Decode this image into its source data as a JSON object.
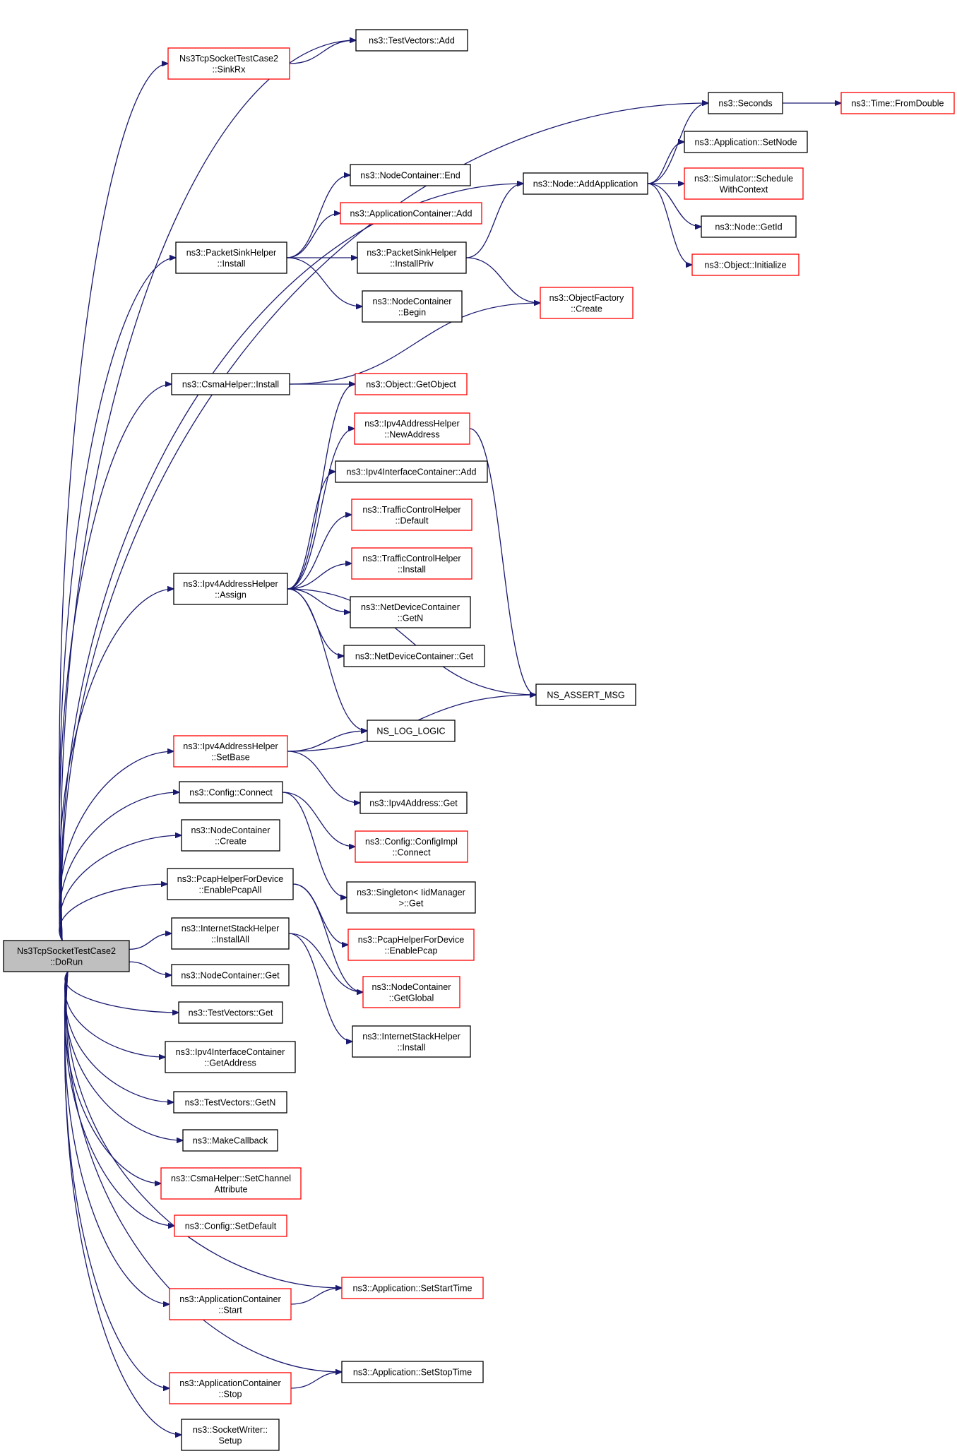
{
  "colors": {
    "edge": "#191970",
    "border_normal": "#000000",
    "border_truncated": "#ff0000",
    "root_fill": "#bfbfbf"
  },
  "nodes": [
    {
      "id": "root",
      "lines": [
        "Ns3TcpSocketTestCase2",
        "::DoRun"
      ],
      "style": "root"
    },
    {
      "id": "tv_add",
      "lines": [
        "ns3::TestVectors::Add"
      ],
      "style": "black"
    },
    {
      "id": "sinkrx",
      "lines": [
        "Ns3TcpSocketTestCase2",
        "::SinkRx"
      ],
      "style": "red"
    },
    {
      "id": "seconds",
      "lines": [
        "ns3::Seconds"
      ],
      "style": "black"
    },
    {
      "id": "fromdouble",
      "lines": [
        "ns3::Time::FromDouble"
      ],
      "style": "red"
    },
    {
      "id": "app_setnode",
      "lines": [
        "ns3::Application::SetNode"
      ],
      "style": "black"
    },
    {
      "id": "node_addapp",
      "lines": [
        "ns3::Node::AddApplication"
      ],
      "style": "black"
    },
    {
      "id": "sim_schedule",
      "lines": [
        "ns3::Simulator::Schedule",
        "WithContext"
      ],
      "style": "red"
    },
    {
      "id": "node_getid",
      "lines": [
        "ns3::Node::GetId"
      ],
      "style": "black"
    },
    {
      "id": "obj_init",
      "lines": [
        "ns3::Object::Initialize"
      ],
      "style": "red"
    },
    {
      "id": "nc_end",
      "lines": [
        "ns3::NodeContainer::End"
      ],
      "style": "black"
    },
    {
      "id": "appc_add",
      "lines": [
        "ns3::ApplicationContainer::Add"
      ],
      "style": "red"
    },
    {
      "id": "psh_install",
      "lines": [
        "ns3::PacketSinkHelper",
        "::Install"
      ],
      "style": "black"
    },
    {
      "id": "psh_installpriv",
      "lines": [
        "ns3::PacketSinkHelper",
        "::InstallPriv"
      ],
      "style": "black"
    },
    {
      "id": "nc_begin",
      "lines": [
        "ns3::NodeContainer",
        "::Begin"
      ],
      "style": "black"
    },
    {
      "id": "of_create",
      "lines": [
        "ns3::ObjectFactory",
        "::Create"
      ],
      "style": "red"
    },
    {
      "id": "csma_install",
      "lines": [
        "ns3::CsmaHelper::Install"
      ],
      "style": "black"
    },
    {
      "id": "obj_getobject",
      "lines": [
        "ns3::Object::GetObject"
      ],
      "style": "red"
    },
    {
      "id": "ipv4ah_newaddr",
      "lines": [
        "ns3::Ipv4AddressHelper",
        "::NewAddress"
      ],
      "style": "red"
    },
    {
      "id": "ipv4ic_add",
      "lines": [
        "ns3::Ipv4InterfaceContainer::Add"
      ],
      "style": "black"
    },
    {
      "id": "tch_default",
      "lines": [
        "ns3::TrafficControlHelper",
        "::Default"
      ],
      "style": "red"
    },
    {
      "id": "tch_install",
      "lines": [
        "ns3::TrafficControlHelper",
        "::Install"
      ],
      "style": "red"
    },
    {
      "id": "ipv4ah_assign",
      "lines": [
        "ns3::Ipv4AddressHelper",
        "::Assign"
      ],
      "style": "black"
    },
    {
      "id": "ndc_getn",
      "lines": [
        "ns3::NetDeviceContainer",
        "::GetN"
      ],
      "style": "black"
    },
    {
      "id": "ndc_get",
      "lines": [
        "ns3::NetDeviceContainer::Get"
      ],
      "style": "black"
    },
    {
      "id": "ns_assert",
      "lines": [
        "NS_ASSERT_MSG"
      ],
      "style": "black"
    },
    {
      "id": "ns_log",
      "lines": [
        "NS_LOG_LOGIC"
      ],
      "style": "black"
    },
    {
      "id": "ipv4ah_setbase",
      "lines": [
        "ns3::Ipv4AddressHelper",
        "::SetBase"
      ],
      "style": "red"
    },
    {
      "id": "ipv4addr_get",
      "lines": [
        "ns3::Ipv4Address::Get"
      ],
      "style": "black"
    },
    {
      "id": "cfg_connect",
      "lines": [
        "ns3::Config::Connect"
      ],
      "style": "black"
    },
    {
      "id": "cfgimpl_connect",
      "lines": [
        "ns3::Config::ConfigImpl",
        "::Connect"
      ],
      "style": "red"
    },
    {
      "id": "nc_create",
      "lines": [
        "ns3::NodeContainer",
        "::Create"
      ],
      "style": "black"
    },
    {
      "id": "singleton_get",
      "lines": [
        "ns3::Singleton< IidManager",
        ">::Get"
      ],
      "style": "black"
    },
    {
      "id": "pcap_enableall",
      "lines": [
        "ns3::PcapHelperForDevice",
        "::EnablePcapAll"
      ],
      "style": "black"
    },
    {
      "id": "pcap_enable",
      "lines": [
        "ns3::PcapHelperForDevice",
        "::EnablePcap"
      ],
      "style": "red"
    },
    {
      "id": "ish_installall",
      "lines": [
        "ns3::InternetStackHelper",
        "::InstallAll"
      ],
      "style": "black"
    },
    {
      "id": "nc_getglobal",
      "lines": [
        "ns3::NodeContainer",
        "::GetGlobal"
      ],
      "style": "red"
    },
    {
      "id": "nc_get",
      "lines": [
        "ns3::NodeContainer::Get"
      ],
      "style": "black"
    },
    {
      "id": "ish_install",
      "lines": [
        "ns3::InternetStackHelper",
        "::Install"
      ],
      "style": "black"
    },
    {
      "id": "tv_get",
      "lines": [
        "ns3::TestVectors::Get"
      ],
      "style": "black"
    },
    {
      "id": "ipv4ic_getaddr",
      "lines": [
        "ns3::Ipv4InterfaceContainer",
        "::GetAddress"
      ],
      "style": "black"
    },
    {
      "id": "tv_getn",
      "lines": [
        "ns3::TestVectors::GetN"
      ],
      "style": "black"
    },
    {
      "id": "makecallback",
      "lines": [
        "ns3::MakeCallback"
      ],
      "style": "black"
    },
    {
      "id": "csma_setchattr",
      "lines": [
        "ns3::CsmaHelper::SetChannel",
        "Attribute"
      ],
      "style": "red"
    },
    {
      "id": "cfg_setdefault",
      "lines": [
        "ns3::Config::SetDefault"
      ],
      "style": "red"
    },
    {
      "id": "app_setstart",
      "lines": [
        "ns3::Application::SetStartTime"
      ],
      "style": "red"
    },
    {
      "id": "appc_start",
      "lines": [
        "ns3::ApplicationContainer",
        "::Start"
      ],
      "style": "red"
    },
    {
      "id": "app_setstop",
      "lines": [
        "ns3::Application::SetStopTime"
      ],
      "style": "black"
    },
    {
      "id": "appc_stop",
      "lines": [
        "ns3::ApplicationContainer",
        "::Stop"
      ],
      "style": "red"
    },
    {
      "id": "socketwriter",
      "lines": [
        "ns3::SocketWriter::",
        "Setup"
      ],
      "style": "black"
    }
  ],
  "edges": [
    [
      "root",
      "tv_add"
    ],
    [
      "root",
      "sinkrx"
    ],
    [
      "root",
      "seconds"
    ],
    [
      "root",
      "node_addapp"
    ],
    [
      "root",
      "psh_install"
    ],
    [
      "root",
      "csma_install"
    ],
    [
      "root",
      "ipv4ah_assign"
    ],
    [
      "root",
      "ipv4ah_setbase"
    ],
    [
      "root",
      "cfg_connect"
    ],
    [
      "root",
      "nc_create"
    ],
    [
      "root",
      "pcap_enableall"
    ],
    [
      "root",
      "ish_installall"
    ],
    [
      "root",
      "nc_get"
    ],
    [
      "root",
      "tv_get"
    ],
    [
      "root",
      "ipv4ic_getaddr"
    ],
    [
      "root",
      "tv_getn"
    ],
    [
      "root",
      "makecallback"
    ],
    [
      "root",
      "csma_setchattr"
    ],
    [
      "root",
      "cfg_setdefault"
    ],
    [
      "root",
      "app_setstart"
    ],
    [
      "root",
      "appc_start"
    ],
    [
      "root",
      "app_setstop"
    ],
    [
      "root",
      "appc_stop"
    ],
    [
      "root",
      "socketwriter"
    ],
    [
      "sinkrx",
      "tv_add"
    ],
    [
      "seconds",
      "fromdouble"
    ],
    [
      "node_addapp",
      "seconds"
    ],
    [
      "node_addapp",
      "app_setnode"
    ],
    [
      "node_addapp",
      "sim_schedule"
    ],
    [
      "node_addapp",
      "node_getid"
    ],
    [
      "node_addapp",
      "obj_init"
    ],
    [
      "psh_install",
      "nc_end"
    ],
    [
      "psh_install",
      "appc_add"
    ],
    [
      "psh_install",
      "psh_installpriv"
    ],
    [
      "psh_install",
      "nc_begin"
    ],
    [
      "psh_installpriv",
      "node_addapp"
    ],
    [
      "psh_installpriv",
      "of_create"
    ],
    [
      "csma_install",
      "of_create"
    ],
    [
      "csma_install",
      "obj_getobject"
    ],
    [
      "ipv4ah_assign",
      "obj_getobject"
    ],
    [
      "ipv4ah_assign",
      "ipv4ah_newaddr"
    ],
    [
      "ipv4ah_assign",
      "ipv4ic_add"
    ],
    [
      "ipv4ah_assign",
      "tch_default"
    ],
    [
      "ipv4ah_assign",
      "tch_install"
    ],
    [
      "ipv4ah_assign",
      "ndc_getn"
    ],
    [
      "ipv4ah_assign",
      "ndc_get"
    ],
    [
      "ipv4ah_assign",
      "ns_assert"
    ],
    [
      "ipv4ah_assign",
      "ns_log"
    ],
    [
      "ipv4ah_newaddr",
      "ns_assert"
    ],
    [
      "ipv4ah_setbase",
      "ns_log"
    ],
    [
      "ipv4ah_setbase",
      "ns_assert"
    ],
    [
      "ipv4ah_setbase",
      "ipv4addr_get"
    ],
    [
      "cfg_connect",
      "cfgimpl_connect"
    ],
    [
      "cfg_connect",
      "singleton_get"
    ],
    [
      "pcap_enableall",
      "pcap_enable"
    ],
    [
      "pcap_enableall",
      "nc_getglobal"
    ],
    [
      "ish_installall",
      "nc_getglobal"
    ],
    [
      "ish_installall",
      "ish_install"
    ],
    [
      "appc_start",
      "app_setstart"
    ],
    [
      "appc_stop",
      "app_setstop"
    ]
  ]
}
